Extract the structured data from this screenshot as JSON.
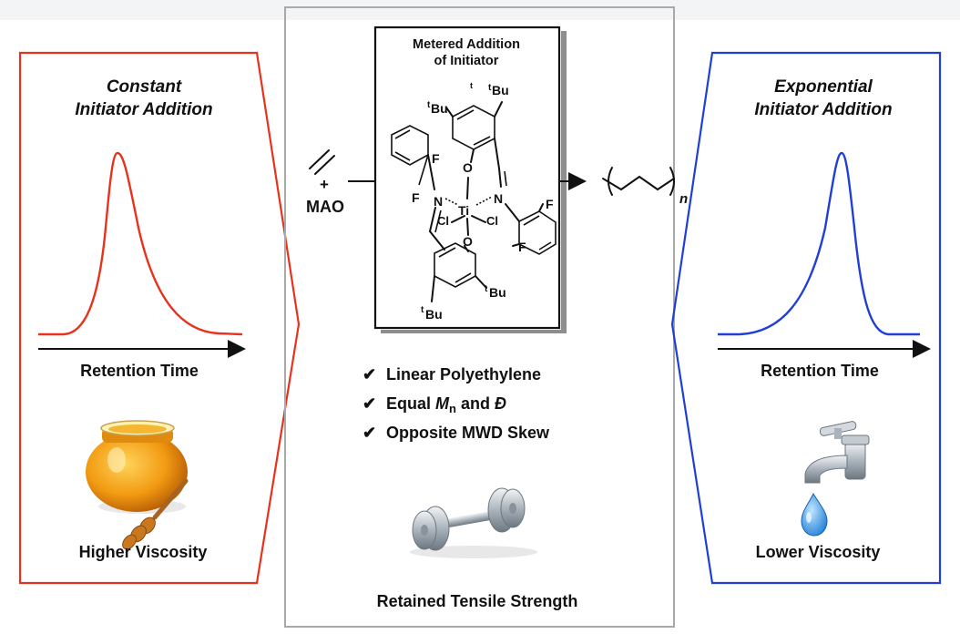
{
  "left_panel": {
    "title_line1": "Constant",
    "title_line2": "Initiator Addition",
    "axis_label": "Retention Time",
    "caption": "Higher Viscosity",
    "color": "#e8321e",
    "icon": "honey-pot-icon"
  },
  "right_panel": {
    "title_line1": "Exponential",
    "title_line2": "Initiator Addition",
    "axis_label": "Retention Time",
    "caption": "Lower Viscosity",
    "color": "#1f3fd6",
    "icon": "water-faucet-icon"
  },
  "center": {
    "box_title_line1": "Metered Addition",
    "box_title_line2": "of Initiator",
    "reagent_plus": "+",
    "reagent": "MAO",
    "polymer_subscript": "n",
    "atoms": {
      "metal": "Ti",
      "chloride": "Cl",
      "nitrogen": "N",
      "oxygen": "O",
      "fluorine": "F",
      "tbu_prefix": "t",
      "tbu": "Bu"
    },
    "checklist": [
      {
        "mark": "✔",
        "text": "Linear Polyethylene"
      },
      {
        "mark": "✔",
        "pre": "Equal ",
        "m": "M",
        "sub": "n",
        "mid": " and ",
        "d": "Đ"
      },
      {
        "mark": "✔",
        "text": "Opposite MWD Skew"
      }
    ],
    "check_color": "#4a9a1f",
    "caption": "Retained Tensile Strength",
    "icon": "dumbbell-icon"
  }
}
